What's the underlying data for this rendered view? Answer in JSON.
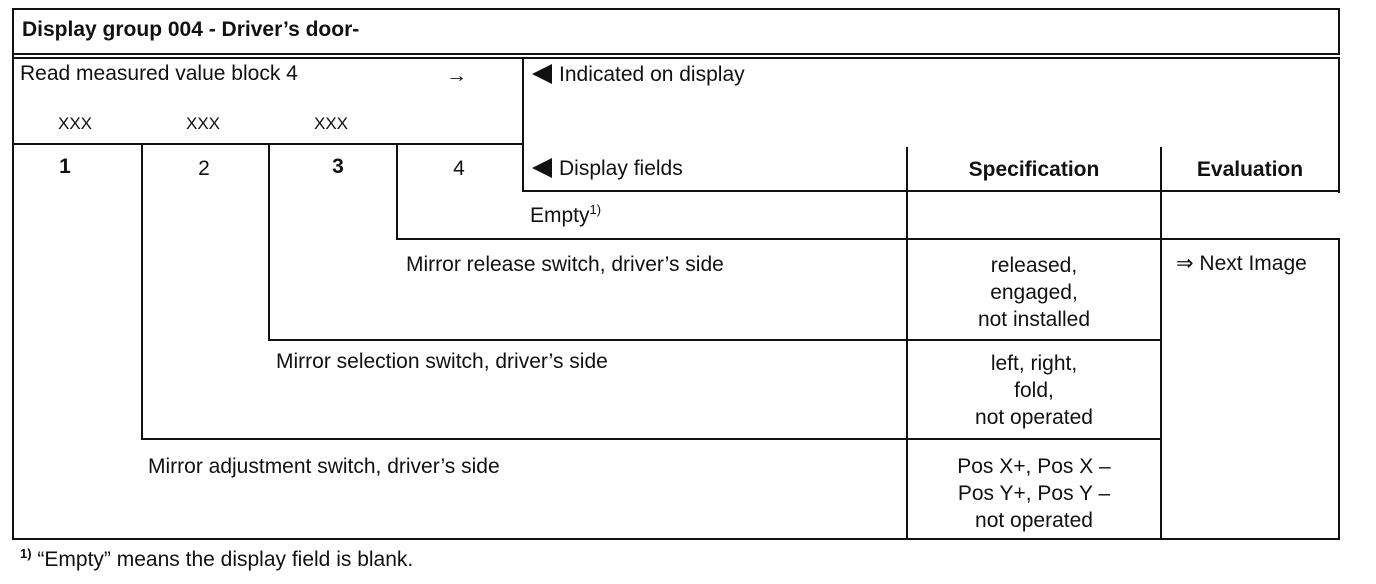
{
  "header": {
    "title": "Display group 004 - Driver’s door-"
  },
  "read_block": {
    "label": "Read measured value block 4",
    "arrow": "→",
    "values": [
      "XXX",
      "XXX",
      "XXX"
    ]
  },
  "indicated": {
    "label": "Indicated on display",
    "icon": "left-triangle-icon"
  },
  "display_fields": {
    "label": "Display fields",
    "icon": "left-triangle-icon"
  },
  "field_numbers": [
    "1",
    "2",
    "3",
    "4"
  ],
  "columns": {
    "specification": "Specification",
    "evaluation": "Evaluation"
  },
  "rows": [
    {
      "field": "4",
      "description": "Empty",
      "footnote_ref": "1)",
      "specification": [],
      "evaluation": ""
    },
    {
      "field": "3",
      "description": "Mirror release switch, driver’s side",
      "specification": [
        "released,",
        "engaged,",
        "not installed"
      ],
      "evaluation": "⇒ Next Image"
    },
    {
      "field": "2",
      "description": "Mirror selection switch, driver’s side",
      "specification": [
        "left, right,",
        "fold,",
        "not operated"
      ],
      "evaluation": ""
    },
    {
      "field": "1",
      "description": "Mirror adjustment switch, driver’s side",
      "specification": [
        "Pos X+, Pos X –",
        "Pos Y+, Pos Y –",
        "not operated"
      ],
      "evaluation": ""
    }
  ],
  "footnote": {
    "marker": "1)",
    "text": "“Empty” means the display field is blank."
  }
}
